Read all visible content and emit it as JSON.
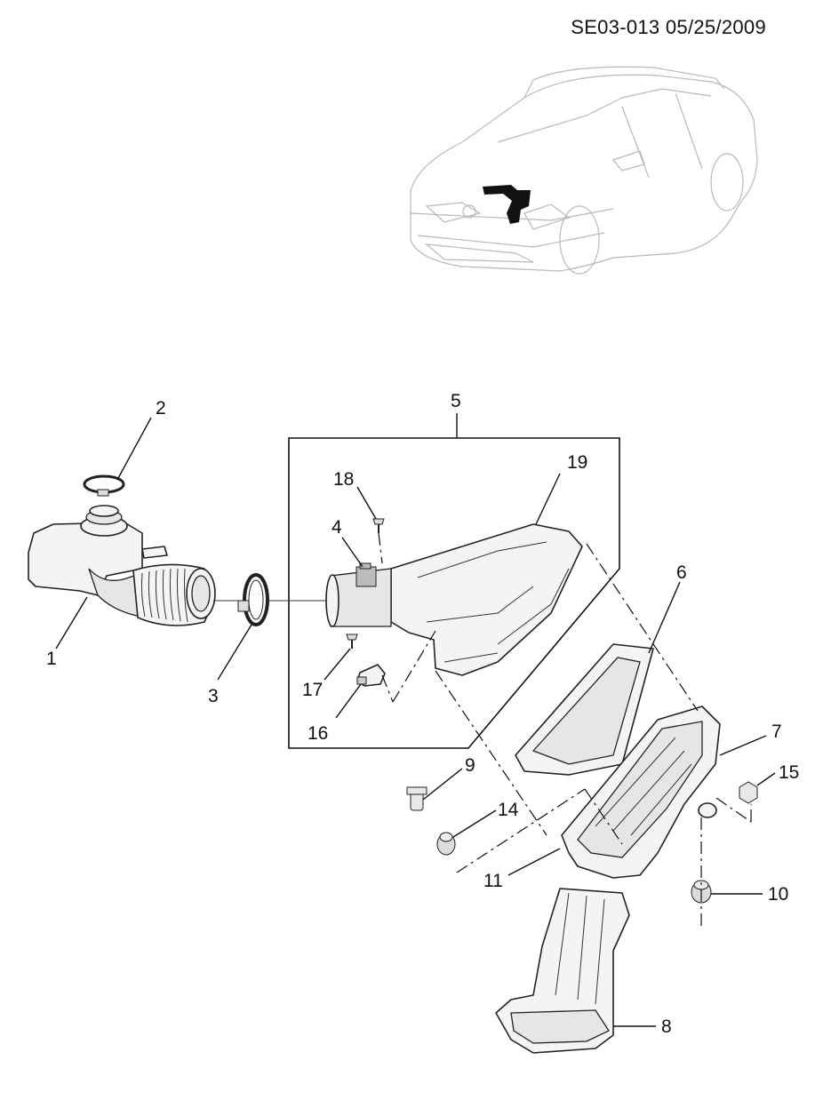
{
  "header": {
    "reference": "SE03-013  05/25/2009"
  },
  "callouts": [
    "1",
    "2",
    "3",
    "4",
    "5",
    "6",
    "7",
    "8",
    "9",
    "10",
    "11",
    "14",
    "15",
    "16",
    "17",
    "18",
    "19"
  ]
}
